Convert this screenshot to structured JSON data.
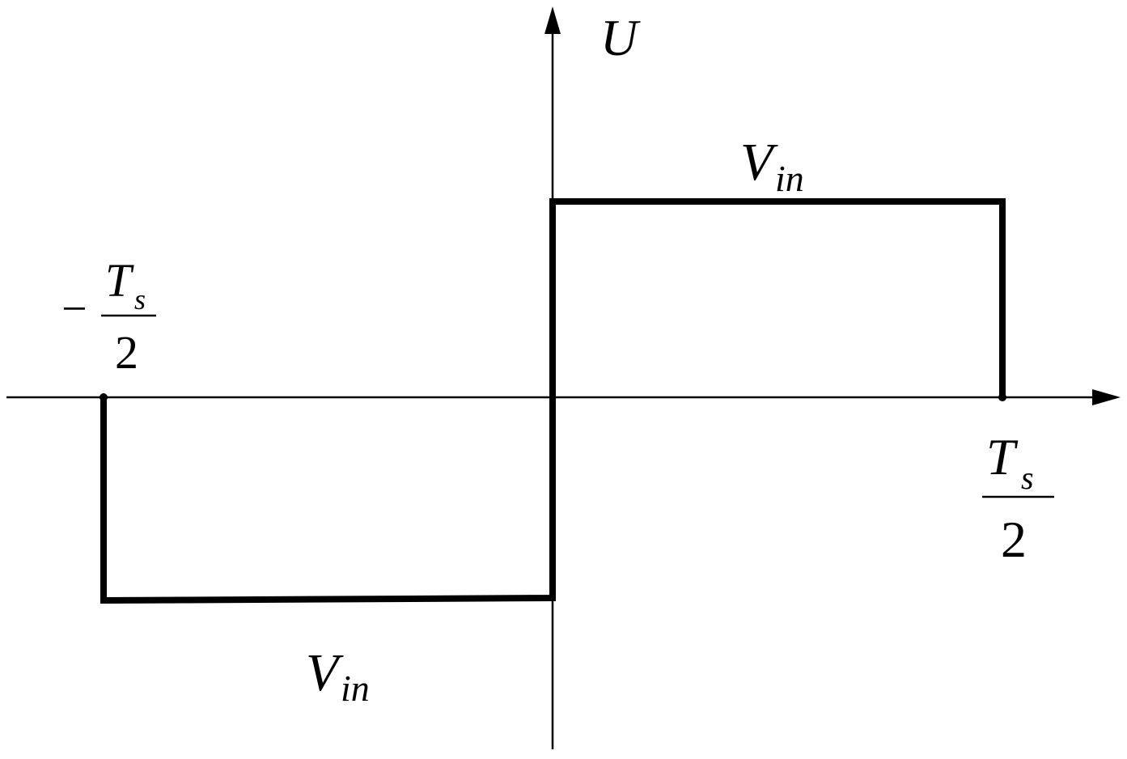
{
  "colors": {
    "ink": "#000000",
    "background": "#ffffff"
  },
  "axes": {
    "y_label": "U"
  },
  "labels": {
    "upper_level": {
      "main": "V",
      "sub": "in"
    },
    "lower_level": {
      "main": "V",
      "sub": "in"
    },
    "left_time": {
      "sign": "−",
      "numerator": "T",
      "numerator_sub": "s",
      "denominator": "2"
    },
    "right_time": {
      "numerator": "T",
      "numerator_sub": "s",
      "denominator": "2"
    }
  }
}
